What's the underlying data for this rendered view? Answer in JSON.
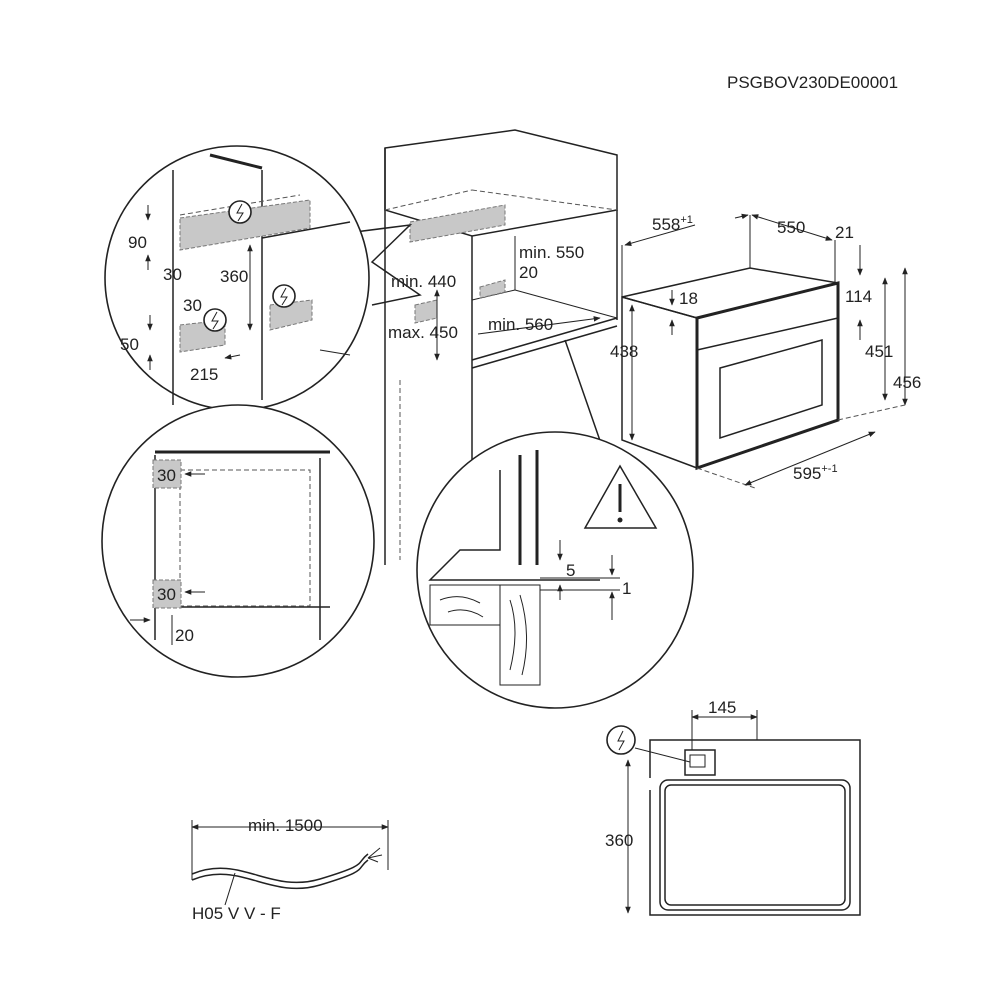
{
  "document_code": "PSGBOV230DE00001",
  "detail_electrical": {
    "d90": "90",
    "d30a": "30",
    "d360": "360",
    "d30b": "30",
    "d50": "50",
    "d215": "215"
  },
  "cabinet": {
    "min440": "min. 440",
    "max450": "max. 450",
    "min550": "min. 550",
    "d20": "20",
    "min560": "min. 560"
  },
  "oven": {
    "width_depth": "558",
    "width_depth_tol": "+1",
    "depth": "550",
    "d21": "21",
    "d18": "18",
    "d114": "114",
    "d438": "438",
    "d451": "451",
    "d456": "456",
    "width": "595",
    "width_tol": "+-1"
  },
  "detail_side": {
    "top_gap": "30",
    "bottom_gap": "30",
    "front_gap": "20"
  },
  "detail_floor": {
    "d5": "5",
    "d1": "1"
  },
  "cable": {
    "length": "min. 1500",
    "type": "H05 V V - F"
  },
  "rear_view": {
    "d145": "145",
    "d360": "360"
  }
}
